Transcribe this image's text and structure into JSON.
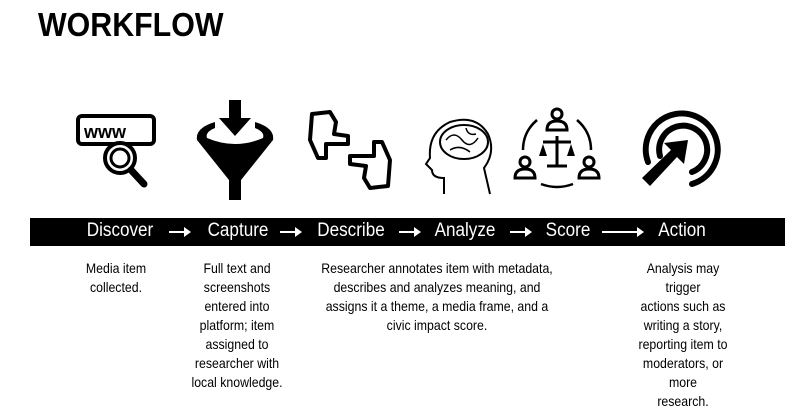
{
  "title": "WORKFLOW",
  "stages": [
    {
      "label": "Discover",
      "icon": "web-search-icon",
      "description": "Media item\ncollected."
    },
    {
      "label": "Capture",
      "icon": "funnel-icon",
      "description": "Full text and\nscreenshots\nentered into\nplatform; item\nassigned to\nresearcher with\nlocal knowledge."
    },
    {
      "label": "Describe",
      "icon": "frame-hands-icon",
      "description": "Researcher annotates item with metadata,\ndescribes and analyzes meaning, and\nassigns it a theme, a media frame, and a\ncivic impact score."
    },
    {
      "label": "Analyze",
      "icon": "brain-head-icon",
      "description": ""
    },
    {
      "label": "Score",
      "icon": "justice-scale-people-icon",
      "description": ""
    },
    {
      "label": "Action",
      "icon": "click-pointer-icon",
      "description": "Analysis may trigger\nactions such as\nwriting a story,\nreporting item to\nmoderators, or more\nresearch."
    }
  ],
  "colors": {
    "bar": "#000000",
    "bar_text": "#ffffff"
  }
}
